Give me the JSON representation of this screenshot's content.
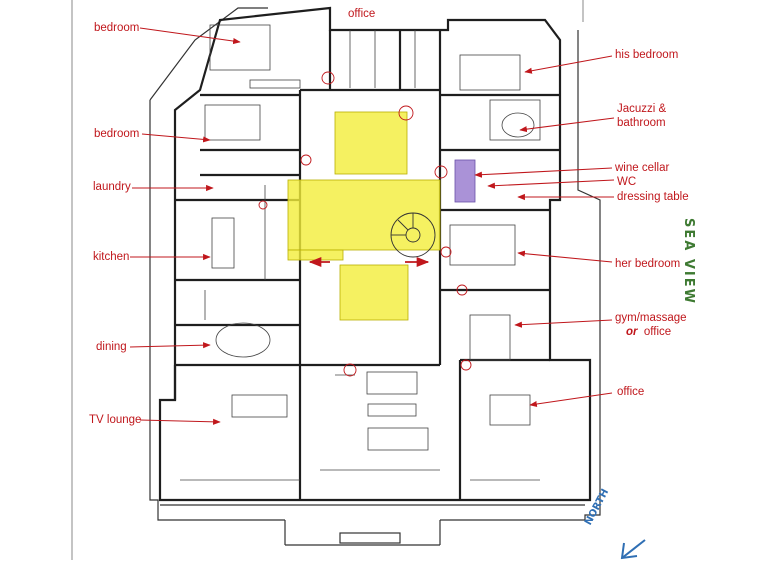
{
  "labels": {
    "office_top": "office",
    "bedroom_1": "bedroom",
    "bedroom_2": "bedroom",
    "laundry": "laundry",
    "kitchen": "kitchen",
    "dining": "dining",
    "tv_lounge": "TV lounge",
    "his_bedroom": "his bedroom",
    "jacuzzi_line1": "Jacuzzi  &",
    "jacuzzi_line2": "bathroom",
    "wine_cellar": "wine cellar",
    "wc": "WC",
    "dressing_table": "dressing table",
    "her_bedroom": "her bedroom",
    "gym_line1": "gym/massage",
    "gym_or": "or",
    "gym_office": "office",
    "office_right": "office"
  },
  "compass": {
    "orientation": "SEA VIEW",
    "north": "NORTH"
  },
  "colors": {
    "label_red": "#c0171c",
    "highlight_yellow": "#f2ee3a",
    "wine_cellar_purple": "#9b7fd0",
    "sea_green": "#3e7a32",
    "north_blue": "#2f6fb4",
    "plan_line": "#2a2a2a"
  }
}
